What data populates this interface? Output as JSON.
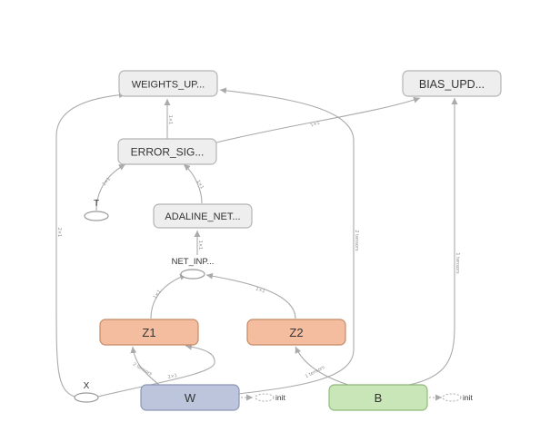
{
  "nodes": {
    "weights_update": "WEIGHTS_UP...",
    "bias_update": "BIAS_UPD...",
    "error_signal": "ERROR_SIG...",
    "adaline_net": "ADALINE_NET...",
    "net_input": "NET_INP...",
    "t": "T",
    "x": "X",
    "z1": "Z1",
    "z2": "Z2",
    "w": "W",
    "b": "B",
    "w_init": "init",
    "b_init": "init"
  },
  "edge_labels": {
    "x_weights": "2×1",
    "err_weights": "1×1",
    "err_bias": "1×1",
    "t_err": "1×1",
    "adaline_err": "1×1",
    "net_adaline": "1×1",
    "z1_net": "1×1",
    "z2_net": "1×1",
    "w_weights": "2 tensors",
    "b_bias": "1 tensors",
    "w_z1": "2 tensors",
    "x_z1": "2×1",
    "b_z2": "1 tensors"
  },
  "colors": {
    "op_fill": "#eeeeee",
    "op_stroke": "#b3b3b3",
    "mul_fill": "#f4bd9f",
    "mul_stroke": "#c58a66",
    "var_w_fill": "#bcc5dc",
    "var_w_stroke": "#8a97b6",
    "var_b_fill": "#c9e6b8",
    "var_b_stroke": "#8fba78",
    "edge": "#aaaaaa"
  }
}
